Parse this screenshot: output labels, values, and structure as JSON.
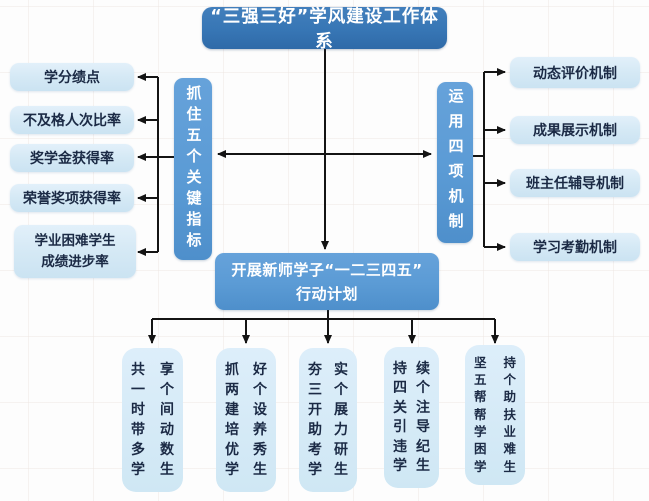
{
  "title": "“三强三好”学风建设工作体系",
  "left_panel": {
    "label": "抓住五个关键指标",
    "items": [
      "学分绩点",
      "不及格人次比率",
      "奖学金获得率",
      "荣誉奖项获得率",
      "学业困难学生\n成绩进步率"
    ]
  },
  "right_panel": {
    "label": "运用四项机制",
    "items": [
      "动态评价机制",
      "成果展示机制",
      "班主任辅导机制",
      "学习考勤机制"
    ]
  },
  "action_plan": {
    "title": "开展新师学子“一二三四五”\n行动计划",
    "groups": [
      {
        "pairs": [
          "共享",
          "一个",
          "时间",
          "带动",
          "多数",
          "学生"
        ]
      },
      {
        "pairs": [
          "抓好",
          "两个",
          "建设",
          "培养",
          "优秀",
          "学生"
        ]
      },
      {
        "pairs": [
          "夯实",
          "三个",
          "开展",
          "助力",
          "考研",
          "学生"
        ]
      },
      {
        "pairs": [
          "持续",
          "四个",
          "关注",
          "引导",
          "违纪",
          "学生"
        ]
      },
      {
        "pairs": [
          "坚持",
          "五个",
          "帮助",
          "帮扶",
          "学业",
          "困难",
          "学生"
        ]
      }
    ]
  },
  "colors": {
    "dark_blue": "#3776b5",
    "mid_blue": "#5b9bd5",
    "light_blue": "#d5e9f5",
    "text_dark": "#1b2a45",
    "arrow": "#141414"
  }
}
